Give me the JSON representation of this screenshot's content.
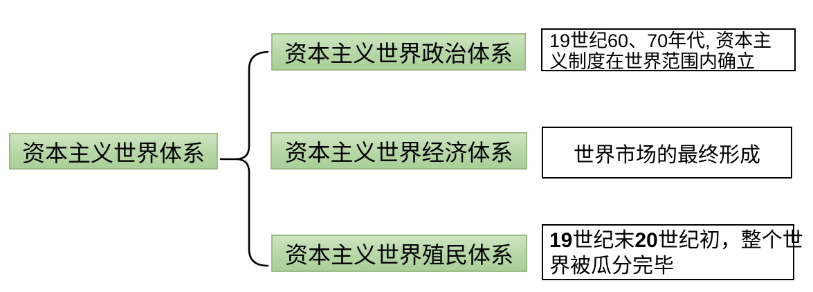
{
  "root": {
    "label": "资本主义世界体系"
  },
  "branches": [
    {
      "label": "资本主义世界政治体系"
    },
    {
      "label": "资本主义世界经济体系"
    },
    {
      "label": "资本主义世界殖民体系"
    }
  ],
  "notes": {
    "political": {
      "line1": "19世纪60、70年代, 资本主",
      "line2": "义制度在世界范围内确立"
    },
    "economic": {
      "text": "世界市场的最终形成"
    },
    "colonial": {
      "num1": "19",
      "mid1": "世纪末",
      "num2": "20",
      "mid2": "世纪初，整个世",
      "line2": "界被瓜分完毕"
    }
  },
  "colors": {
    "node_fill_top": "#cfe4c1",
    "node_fill_bottom": "#aacf98",
    "node_border": "#9cbb86",
    "note_border": "#000000",
    "connector": "#000000",
    "text": "#000000",
    "background": "#ffffff"
  }
}
